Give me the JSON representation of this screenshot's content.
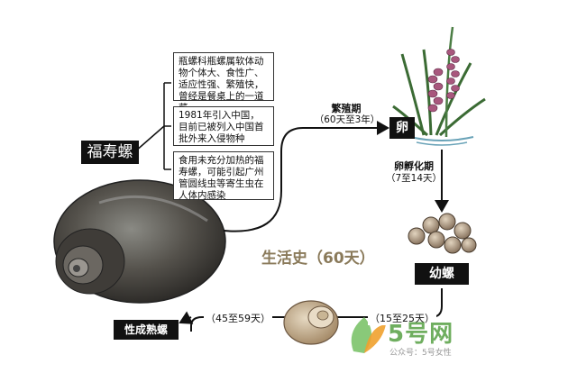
{
  "snail_name": "福寿螺",
  "info_boxes": [
    {
      "text": "瓶螺科瓶螺属软体动物个体大、食性广、适应性强、繁殖快，曾经是餐桌上的一道菜"
    },
    {
      "text": "1981年引入中国，目前已被列入中国首批外来入侵物种"
    },
    {
      "text": "食用未充分加热的福寿螺，可能引起广州管圆线虫等寄生虫在人体内感染"
    }
  ],
  "stages": {
    "egg": "卵",
    "juvenile": "幼螺",
    "mature": "性成熟螺"
  },
  "periods": {
    "breeding_title": "繁殖期",
    "breeding_range": "（60天至3年）",
    "incubation_title": "卵孵化期",
    "incubation_range": "（7至14天）",
    "juvenile_range": "（15至25天）",
    "mature_range": "（45至59天）"
  },
  "life_history": "生活史（60天）",
  "watermark": {
    "brand": "5号网",
    "account": "公众号：5号女性"
  },
  "colors": {
    "line": "#111111",
    "label_bg": "#111111",
    "label_text": "#ffffff",
    "life_title": "#8a7a5a",
    "watermark_green": "#6fae5f"
  }
}
